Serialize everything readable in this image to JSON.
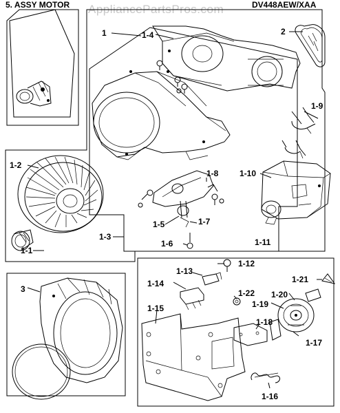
{
  "header": {
    "section_title": "5. ASSY MOTOR",
    "model_number": "DV448AEW/XAA",
    "watermark": "AppliancePartsPros.com"
  },
  "callouts": {
    "c1": "1",
    "c1_4": "1-4",
    "c2": "2",
    "c1_9": "1-9",
    "c1_2": "1-2",
    "c1_8": "1-8",
    "c1_10": "1-10",
    "c1_5": "1-5",
    "c1_7": "1-7",
    "c1_3": "1-3",
    "c1_6": "1-6",
    "c1_1": "1-1",
    "c1_11": "1-11",
    "c1_12": "1-12",
    "c1_13": "1-13",
    "c1_14": "1-14",
    "c1_22": "1-22",
    "c1_21": "1-21",
    "c1_20": "1-20",
    "c1_19": "1-19",
    "c1_15": "1-15",
    "c1_18": "1-18",
    "c1_17": "1-17",
    "c1_16": "1-16",
    "c3": "3"
  }
}
